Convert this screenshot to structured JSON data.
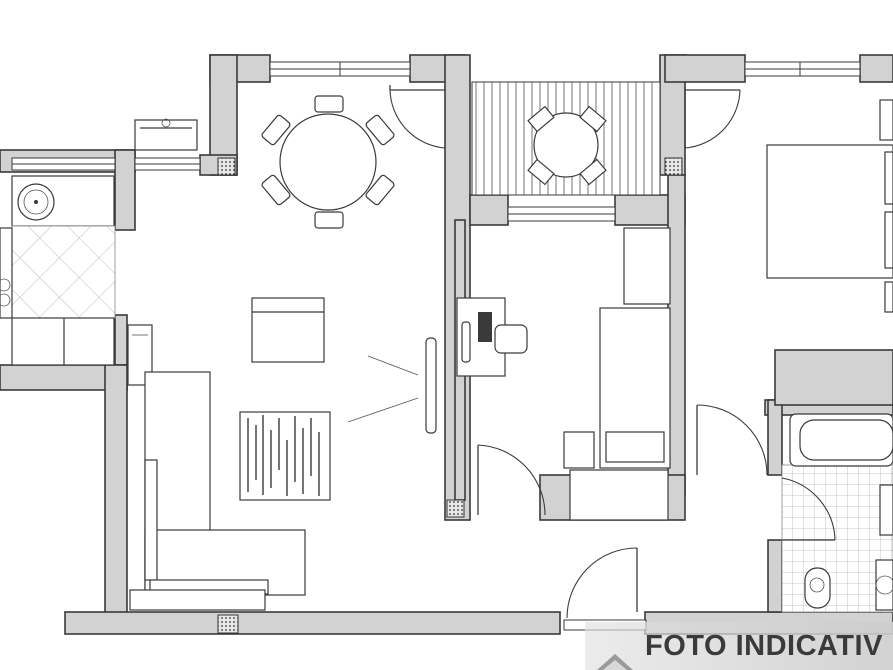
{
  "floorplan": {
    "watermark_text": "FOTO INDICATIV",
    "colors": {
      "wall_fill": "#d2d2d2",
      "line": "#3a3a3a",
      "background": "#ffffff",
      "watermark_band": "#d8d8d8"
    },
    "rooms": [
      "kitchen",
      "living-dining",
      "balcony",
      "study-bedroom",
      "master-bedroom",
      "bathroom",
      "entrance"
    ]
  }
}
